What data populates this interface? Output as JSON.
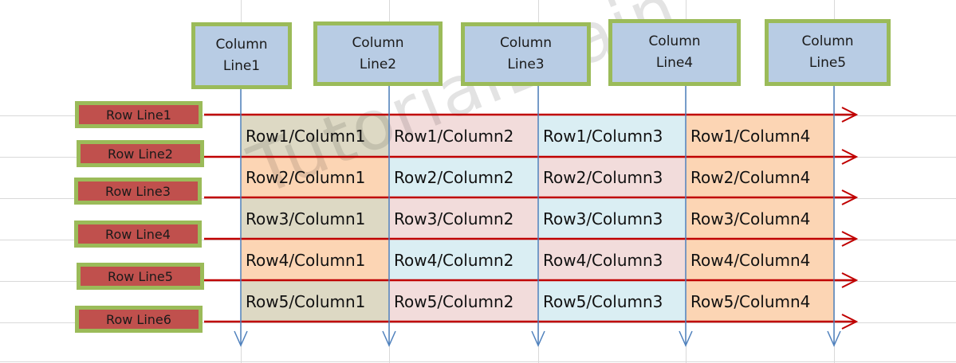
{
  "column_labels": [
    {
      "line1": "Column",
      "line2": "Line1"
    },
    {
      "line1": "Column",
      "line2": "Line2"
    },
    {
      "line1": "Column",
      "line2": "Line3"
    },
    {
      "line1": "Column",
      "line2": "Line4"
    },
    {
      "line1": "Column",
      "line2": "Line5"
    }
  ],
  "row_labels": [
    "Row Line1",
    "Row Line2",
    "Row Line3",
    "Row Line4",
    "Row Line5",
    "Row Line6"
  ],
  "cells": [
    [
      "Row1/Column1",
      "Row1/Column2",
      "Row1/Column3",
      "Row1/Column4"
    ],
    [
      "Row2/Column1",
      "Row2/Column2",
      "Row2/Column3",
      "Row2/Column4"
    ],
    [
      "Row3/Column1",
      "Row3/Column2",
      "Row3/Column3",
      "Row3/Column4"
    ],
    [
      "Row4/Column1",
      "Row4/Column2",
      "Row4/Column3",
      "Row4/Column4"
    ],
    [
      "Row5/Column1",
      "Row5/Column2",
      "Row5/Column3",
      "Row5/Column4"
    ]
  ],
  "cell_colors": [
    [
      "#ddd9c4",
      "#f2dcdb",
      "#daeef3",
      "#fcd5b4"
    ],
    [
      "#fcd5b4",
      "#daeef3",
      "#f2dcdb",
      "#fcd5b4"
    ],
    [
      "#ddd9c4",
      "#f2dcdb",
      "#daeef3",
      "#fcd5b4"
    ],
    [
      "#fcd5b4",
      "#daeef3",
      "#f2dcdb",
      "#fcd5b4"
    ],
    [
      "#ddd9c4",
      "#f2dcdb",
      "#daeef3",
      "#fcd5b4"
    ]
  ],
  "watermark": "TutorialBrain",
  "colors": {
    "row_line": "#c00000",
    "column_line": "#4f81bd",
    "column_box_fill": "#b8cce4",
    "row_box_fill": "#c0504d",
    "box_border": "#9bbb59"
  }
}
